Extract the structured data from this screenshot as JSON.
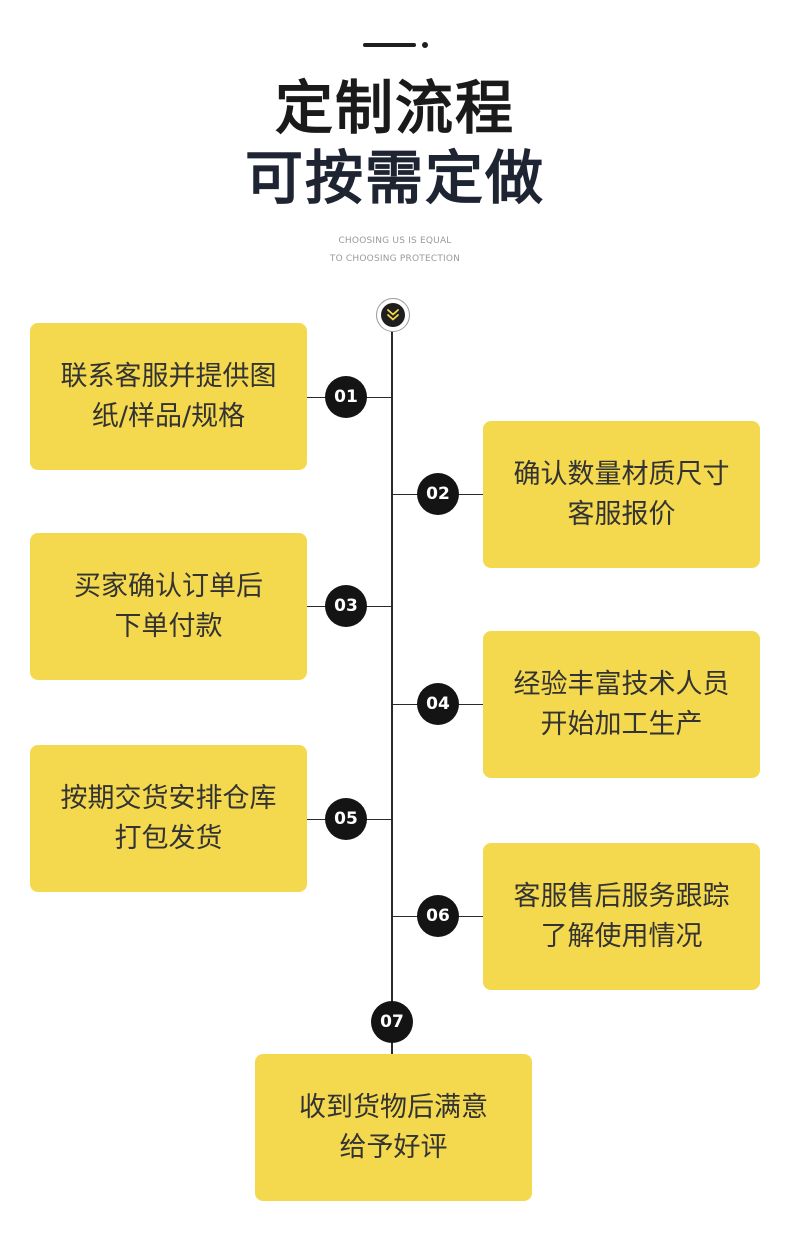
{
  "header": {
    "title_line1": "定制流程",
    "title_line2": "可按需定做",
    "subtitle_line1": "CHOOSING US IS EQUAL",
    "subtitle_line2": "TO CHOOSING PROTECTION"
  },
  "icons": {
    "top_node": "double-chevron-down-icon"
  },
  "colors": {
    "box_fill": "#f4d94f",
    "node_fill": "#141414",
    "chevron": "#f4d94f"
  },
  "steps": [
    {
      "number": "01",
      "line1": "联系客服并提供图",
      "line2": "纸/样品/规格"
    },
    {
      "number": "02",
      "line1": "确认数量材质尺寸",
      "line2": "客服报价"
    },
    {
      "number": "03",
      "line1": "买家确认订单后",
      "line2": "下单付款"
    },
    {
      "number": "04",
      "line1": "经验丰富技术人员",
      "line2": "开始加工生产"
    },
    {
      "number": "05",
      "line1": "按期交货安排仓库",
      "line2": "打包发货"
    },
    {
      "number": "06",
      "line1": "客服售后服务跟踪",
      "line2": "了解使用情况"
    },
    {
      "number": "07",
      "line1": "收到货物后满意",
      "line2": "给予好评"
    }
  ]
}
